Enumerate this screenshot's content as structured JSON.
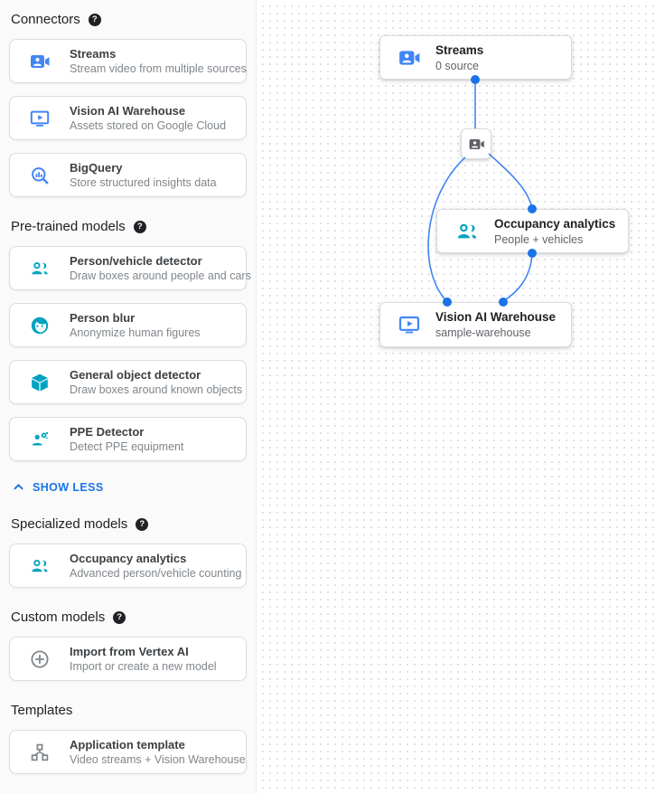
{
  "sidebar": {
    "show_less_label": "SHOW LESS",
    "sections": [
      {
        "title": "Connectors",
        "has_help": true,
        "items": [
          {
            "icon": "video-camera-icon",
            "title": "Streams",
            "subtitle": "Stream video from multiple sources"
          },
          {
            "icon": "smart-display-icon",
            "title": "Vision AI Warehouse",
            "subtitle": "Assets stored on Google Cloud"
          },
          {
            "icon": "bigquery-icon",
            "title": "BigQuery",
            "subtitle": "Store structured insights data"
          }
        ]
      },
      {
        "title": "Pre-trained models",
        "has_help": true,
        "items": [
          {
            "icon": "people-group-icon",
            "title": "Person/vehicle detector",
            "subtitle": "Draw boxes around people and cars"
          },
          {
            "icon": "face-icon",
            "title": "Person blur",
            "subtitle": "Anonymize human figures"
          },
          {
            "icon": "cube-icon",
            "title": "General object detector",
            "subtitle": "Draw boxes around known objects"
          },
          {
            "icon": "person-gear-icon",
            "title": "PPE Detector",
            "subtitle": "Detect PPE equipment"
          }
        ]
      },
      {
        "title": "Specialized models",
        "has_help": true,
        "items": [
          {
            "icon": "people-group-icon",
            "title": "Occupancy analytics",
            "subtitle": "Advanced person/vehicle counting"
          }
        ]
      },
      {
        "title": "Custom models",
        "has_help": true,
        "items": [
          {
            "icon": "add-circle-icon",
            "title": "Import from Vertex AI",
            "subtitle": "Import or create a new model"
          }
        ]
      },
      {
        "title": "Templates",
        "has_help": false,
        "items": [
          {
            "icon": "flow-tree-icon",
            "title": "Application template",
            "subtitle": "Video streams + Vision Warehouse"
          }
        ]
      }
    ]
  },
  "canvas": {
    "nodes": [
      {
        "id": "streams",
        "title": "Streams",
        "subtitle": "0 source"
      },
      {
        "id": "occupancy-analytics",
        "title": "Occupancy analytics",
        "subtitle": "People + vehicles"
      },
      {
        "id": "vision-ai-warehouse",
        "title": "Vision AI Warehouse",
        "subtitle": "sample-warehouse"
      }
    ]
  },
  "colors": {
    "accent-blue": "#1a73e8",
    "icon-blue": "#4285f4",
    "icon-teal": "#00a3bf",
    "icon-gray": "#80868b",
    "edge-blue": "#4285f4",
    "port-blue": "#1a73e8"
  }
}
